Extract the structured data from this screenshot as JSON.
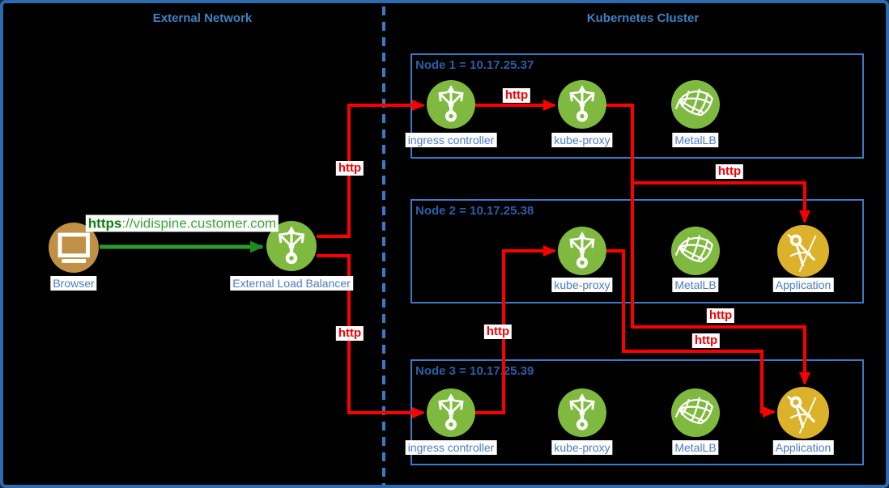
{
  "external_network": {
    "title": "External Network",
    "browser": {
      "label": "Browser",
      "icon": "monitor"
    },
    "load_balancer": {
      "label": "External Load Balancer",
      "icon": "trident-arrows"
    }
  },
  "kubernetes_cluster": {
    "title": "Kubernetes Cluster",
    "nodes": [
      {
        "title": "Node 1 = 10.17.25.37",
        "items": [
          {
            "label": "ingress controller",
            "icon": "trident-arrows"
          },
          {
            "label": "kube-proxy",
            "icon": "trident-arrows"
          },
          {
            "label": "MetalLB",
            "icon": "net"
          }
        ]
      },
      {
        "title": "Node 2 = 10.17.25.38",
        "items": [
          {
            "label": "kube-proxy",
            "icon": "trident-arrows"
          },
          {
            "label": "MetalLB",
            "icon": "net"
          },
          {
            "label": "Application",
            "icon": "compass"
          }
        ]
      },
      {
        "title": "Node 3 = 10.17.25.39",
        "items": [
          {
            "label": "ingress controller",
            "icon": "trident-arrows"
          },
          {
            "label": "kube-proxy",
            "icon": "trident-arrows"
          },
          {
            "label": "MetalLB",
            "icon": "net"
          },
          {
            "label": "Application",
            "icon": "compass"
          }
        ]
      }
    ]
  },
  "edges": {
    "https_request": {
      "protocol": "https",
      "rest": "://vidispine.customer.com",
      "from": "Browser",
      "to": "External Load Balancer"
    },
    "http": [
      {
        "label": "http",
        "from": "External Load Balancer",
        "to": "Node 1 ingress controller"
      },
      {
        "label": "http",
        "from": "External Load Balancer",
        "to": "Node 3 ingress controller"
      },
      {
        "label": "http",
        "from": "Node 1 ingress controller",
        "to": "Node 1 kube-proxy"
      },
      {
        "label": "http",
        "from": "Node 1 kube-proxy",
        "to": "Node 2 Application"
      },
      {
        "label": "http",
        "from": "Node 1 kube-proxy",
        "to": "Node 3 Application"
      },
      {
        "label": "http",
        "from": "Node 3 ingress controller",
        "to": "Node 2 kube-proxy"
      },
      {
        "label": "http",
        "from": "Node 2 kube-proxy",
        "to": "Node 3 Application"
      }
    ]
  },
  "colors": {
    "background": "#000000",
    "outer_border": "#2c6bb2",
    "node_border": "#3b7ac6",
    "zone_title_text": "#3e82c4",
    "node_title_text": "#2c5da9",
    "item_label_text": "#4a7cc2",
    "http_red": "#fb0000",
    "https_green_bold": "#0e7c0e",
    "url_green": "#3ba53b",
    "green_circle": "#7fb93f",
    "gold_circle": "#dcb22a",
    "tan_circle": "#bf9045"
  }
}
